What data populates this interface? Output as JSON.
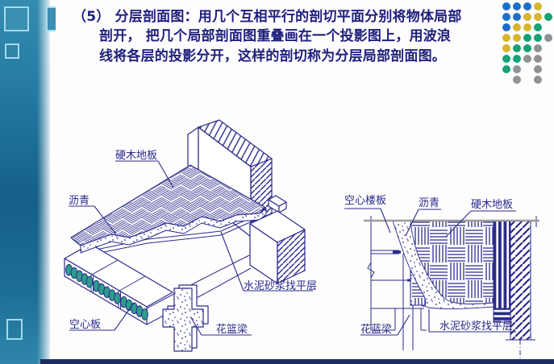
{
  "slide": {
    "title": {
      "lines": [
        "（5） 分层剖面图：用几个互相平行的剖切平面分别将物体局部",
        "剖开， 把几个局部剖面图重叠画在一个投影图上，用波浪",
        "线将各层的投影分开，这样的剖切称为分层局部剖面图。"
      ],
      "color": "#20207e"
    },
    "accent_colors": {
      "sidebar_teal": "#2a7ca1",
      "line_navy": "#2b2b8c",
      "bottom_bar_navy": "#1d2b63",
      "hollow_core_teal": "#2e9c8c",
      "section_line_gray": "#9b9b9b"
    },
    "decor_dots": {
      "palette": {
        "b": "#1b6fc6",
        "y": "#d8b52f",
        "g": "#15a276",
        "e": "#8f9295"
      },
      "rows": [
        [
          "b",
          "b",
          "b",
          "y",
          ""
        ],
        [
          "b",
          "b",
          "y",
          "y",
          "g"
        ],
        [
          "b",
          "y",
          "y",
          "g",
          ""
        ],
        [
          "y",
          "y",
          "g",
          "g",
          "e"
        ],
        [
          "y",
          "g",
          "g",
          "e",
          ""
        ],
        [
          "g",
          "g",
          "e",
          "e",
          ""
        ],
        [
          "g",
          "e",
          "",
          "e",
          ""
        ],
        [
          "",
          "e",
          "",
          "e",
          ""
        ]
      ]
    },
    "left_diagram": {
      "labels": {
        "hardwood": "硬木地板",
        "asphalt": "沥青",
        "mortar": "水泥砂浆找平层",
        "hollow_slab": "空心板",
        "basket_beam": "花篮梁"
      }
    },
    "right_diagram": {
      "labels": {
        "hollow_floor_slab": "空心楼板",
        "asphalt": "沥青",
        "hardwood": "硬木地板",
        "basket_beam": "花蓝梁",
        "mortar": "水泥砂浆找平层"
      }
    }
  }
}
